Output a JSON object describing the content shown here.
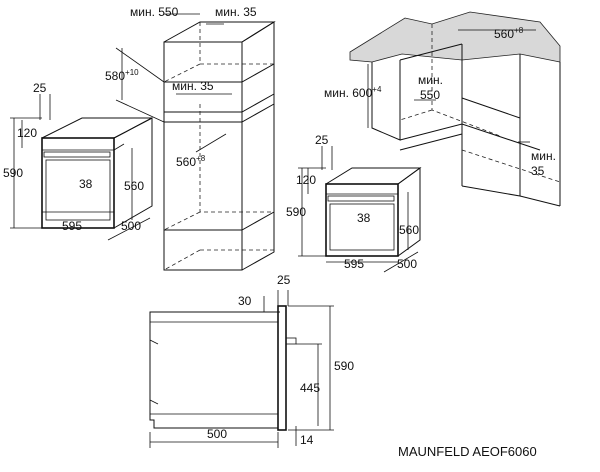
{
  "left_oven": {
    "dim_top_offset": "25",
    "dim_panel": "120",
    "dim_height": "590",
    "dim_handle": "38",
    "dim_inner_height": "560",
    "dim_width": "595",
    "dim_depth": "500"
  },
  "tall_cabinet": {
    "dim_width_label": "мин. 550",
    "dim_gap_top_label": "мин. 35",
    "dim_niche_height": "580",
    "dim_niche_height_tol": "+10",
    "dim_gap_mid_label": "мин. 35",
    "dim_niche_depth": "560",
    "dim_niche_depth_tol": "+8"
  },
  "counter_cabinet": {
    "dim_niche_width": "560",
    "dim_niche_width_tol": "+8",
    "dim_niche_height_label": "мин. 600",
    "dim_niche_height_tol": "+4",
    "dim_depth_label_line1": "мин.",
    "dim_depth_label_line2": "550",
    "dim_gap_label_line1": "мин.",
    "dim_gap_label_line2": "35"
  },
  "right_oven": {
    "dim_top_offset": "25",
    "dim_panel": "120",
    "dim_height": "590",
    "dim_handle": "38",
    "dim_inner_height": "560",
    "dim_width": "595",
    "dim_depth": "500"
  },
  "side_view": {
    "dim_front": "25",
    "dim_top": "30",
    "dim_height": "590",
    "dim_mid": "445",
    "dim_depth": "500",
    "dim_bottom": "14"
  },
  "model_label": "MAUNFELD AEOF6060"
}
